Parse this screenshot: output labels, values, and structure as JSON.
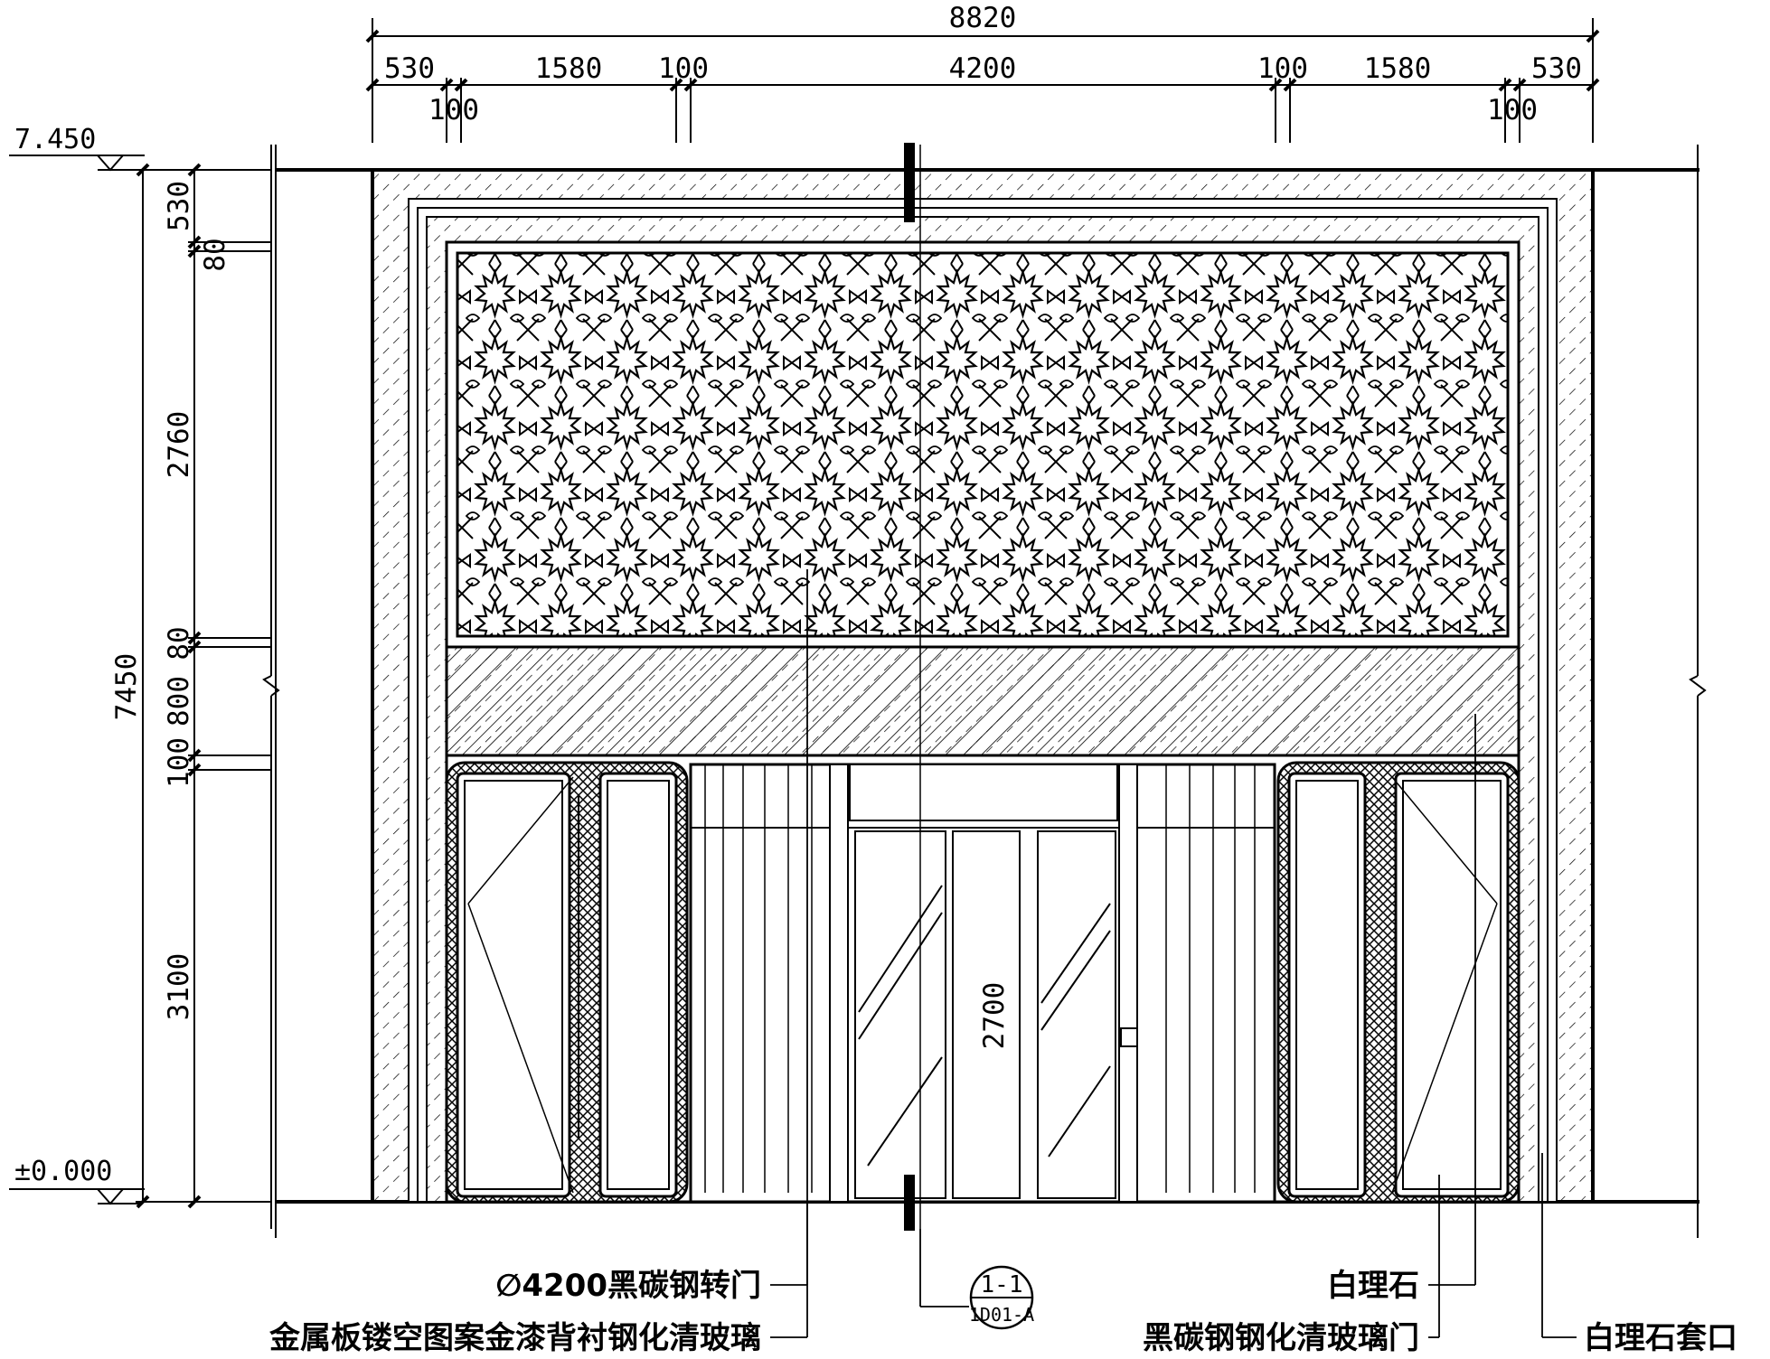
{
  "top_dims": {
    "overall": "8820",
    "seg_left_530": "530",
    "seg_left_100a": "100",
    "seg_left_1580": "1580",
    "seg_left_100b": "100",
    "seg_center": "4200",
    "seg_right_100b": "100",
    "seg_right_1580": "1580",
    "seg_right_100a": "100",
    "seg_right_530": "530"
  },
  "left_dims": {
    "overall": "7450",
    "d530": "530",
    "d80a": "80",
    "d2760": "2760",
    "d80b": "80",
    "d800": "800",
    "d100": "100",
    "d3100": "3100"
  },
  "center_dim": "2700",
  "levels": {
    "top": "7.450",
    "ground": "±0.000"
  },
  "section_mark": {
    "num": "1-1",
    "ref": "1D01-A"
  },
  "labels": {
    "revolving_door": "∅4200黑碳钢转门",
    "metal_panel": "金属板镂空图案金漆背衬钢化清玻璃",
    "white_marble": "白理石",
    "steel_glass_door": "黑碳钢钢化清玻璃门",
    "marble_frame": "白理石套口"
  }
}
